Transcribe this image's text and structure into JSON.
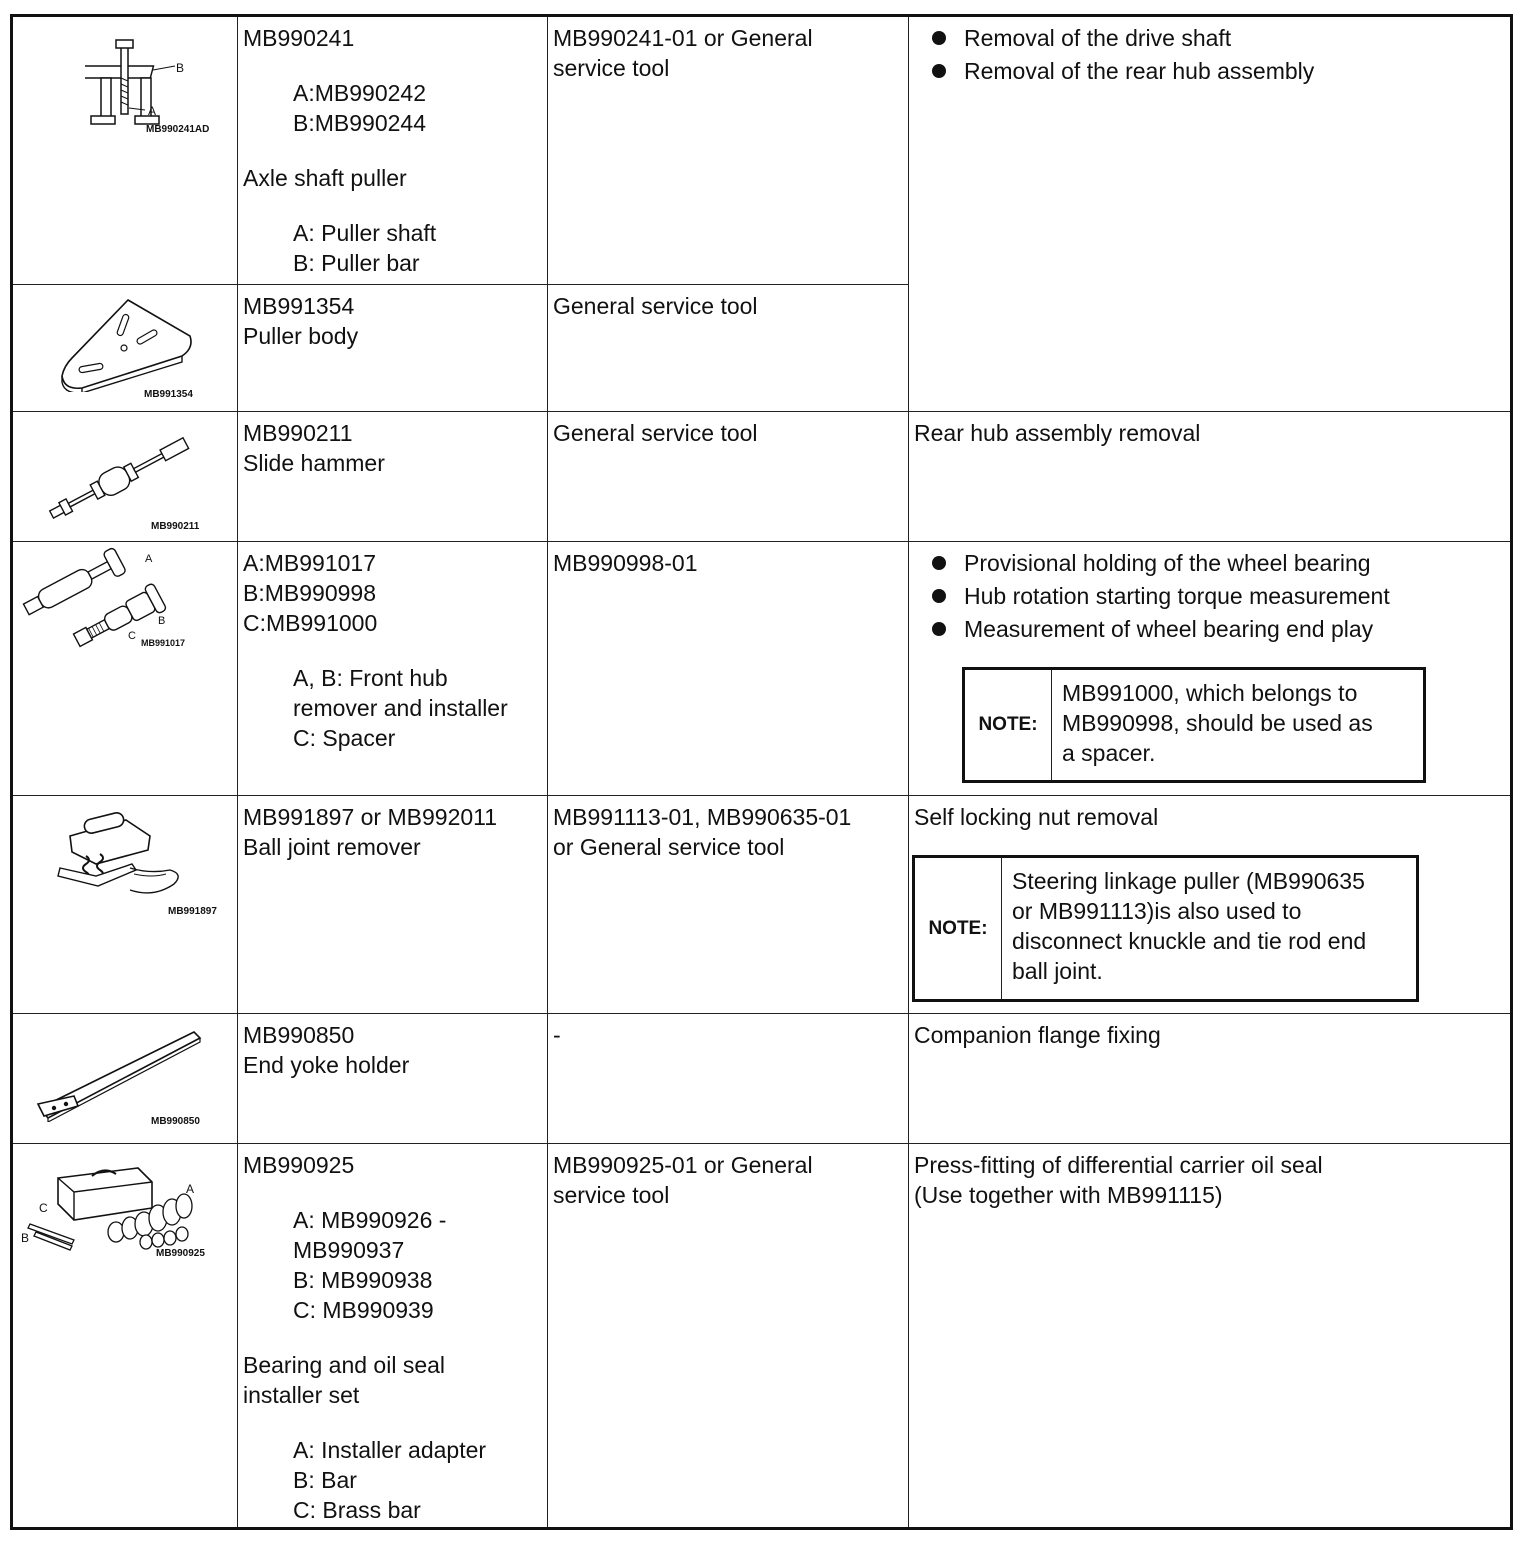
{
  "rows": [
    {
      "image_caption": "MB990241AD",
      "image_callouts": {
        "a": "A",
        "b": "B"
      },
      "tool_number": "MB990241",
      "tool_parts": [
        "A:MB990242",
        "B:MB990244"
      ],
      "tool_name": "Axle shaft puller",
      "tool_labels": [
        "A: Puller shaft",
        "B: Puller bar"
      ],
      "supersession": "MB990241-01 or General service tool",
      "applications": [
        "Removal of the drive shaft",
        "Removal of the rear hub assembly"
      ]
    },
    {
      "image_caption": "MB991354",
      "tool_number": "MB991354",
      "tool_name": "Puller body",
      "supersession": "General service tool"
    },
    {
      "image_caption": "MB990211",
      "tool_number": "MB990211",
      "tool_name": "Slide hammer",
      "supersession": "General service tool",
      "application": "Rear hub assembly removal"
    },
    {
      "image_caption": "MB991017",
      "image_callouts": {
        "a": "A",
        "b": "B",
        "c": "C"
      },
      "tool_parts": [
        "A:MB991017",
        "B:MB990998",
        "C:MB991000"
      ],
      "tool_labels": [
        "A, B: Front hub",
        "remover and installer",
        "C: Spacer"
      ],
      "supersession": "MB990998-01",
      "applications": [
        "Provisional holding of the wheel bearing",
        "Hub rotation starting torque measurement",
        "Measurement of wheel bearing end play"
      ],
      "note_label": "NOTE:",
      "note_lines": [
        "MB991000, which belongs to",
        "MB990998, should be used as",
        "a spacer."
      ]
    },
    {
      "image_caption": "MB991897",
      "tool_number": "MB991897 or MB992011",
      "tool_name": "Ball joint remover",
      "supersession_lines": [
        "MB991113-01, MB990635-01",
        "or General service tool"
      ],
      "application": "Self locking nut removal",
      "note_label": "NOTE:",
      "note_lines": [
        "Steering linkage puller (MB990635",
        "or MB991113)is also used to",
        "disconnect knuckle and tie rod end",
        "ball joint."
      ]
    },
    {
      "image_caption": "MB990850",
      "tool_number": "MB990850",
      "tool_name": "End yoke holder",
      "supersession": "-",
      "application": "Companion flange fixing"
    },
    {
      "image_caption": "MB990925",
      "image_callouts": {
        "a": "A",
        "b": "B",
        "c": "C"
      },
      "tool_number": "MB990925",
      "tool_parts": [
        "A: MB990926 -",
        "MB990937",
        "B: MB990938",
        "C: MB990939"
      ],
      "tool_name_lines": [
        "Bearing and oil seal",
        "installer set"
      ],
      "tool_labels": [
        "A: Installer adapter",
        "B: Bar",
        "C: Brass bar"
      ],
      "supersession_lines": [
        "MB990925-01 or General",
        "service tool"
      ],
      "application_lines": [
        "Press-fitting of differential carrier oil seal",
        "(Use together with MB991115)"
      ]
    }
  ]
}
